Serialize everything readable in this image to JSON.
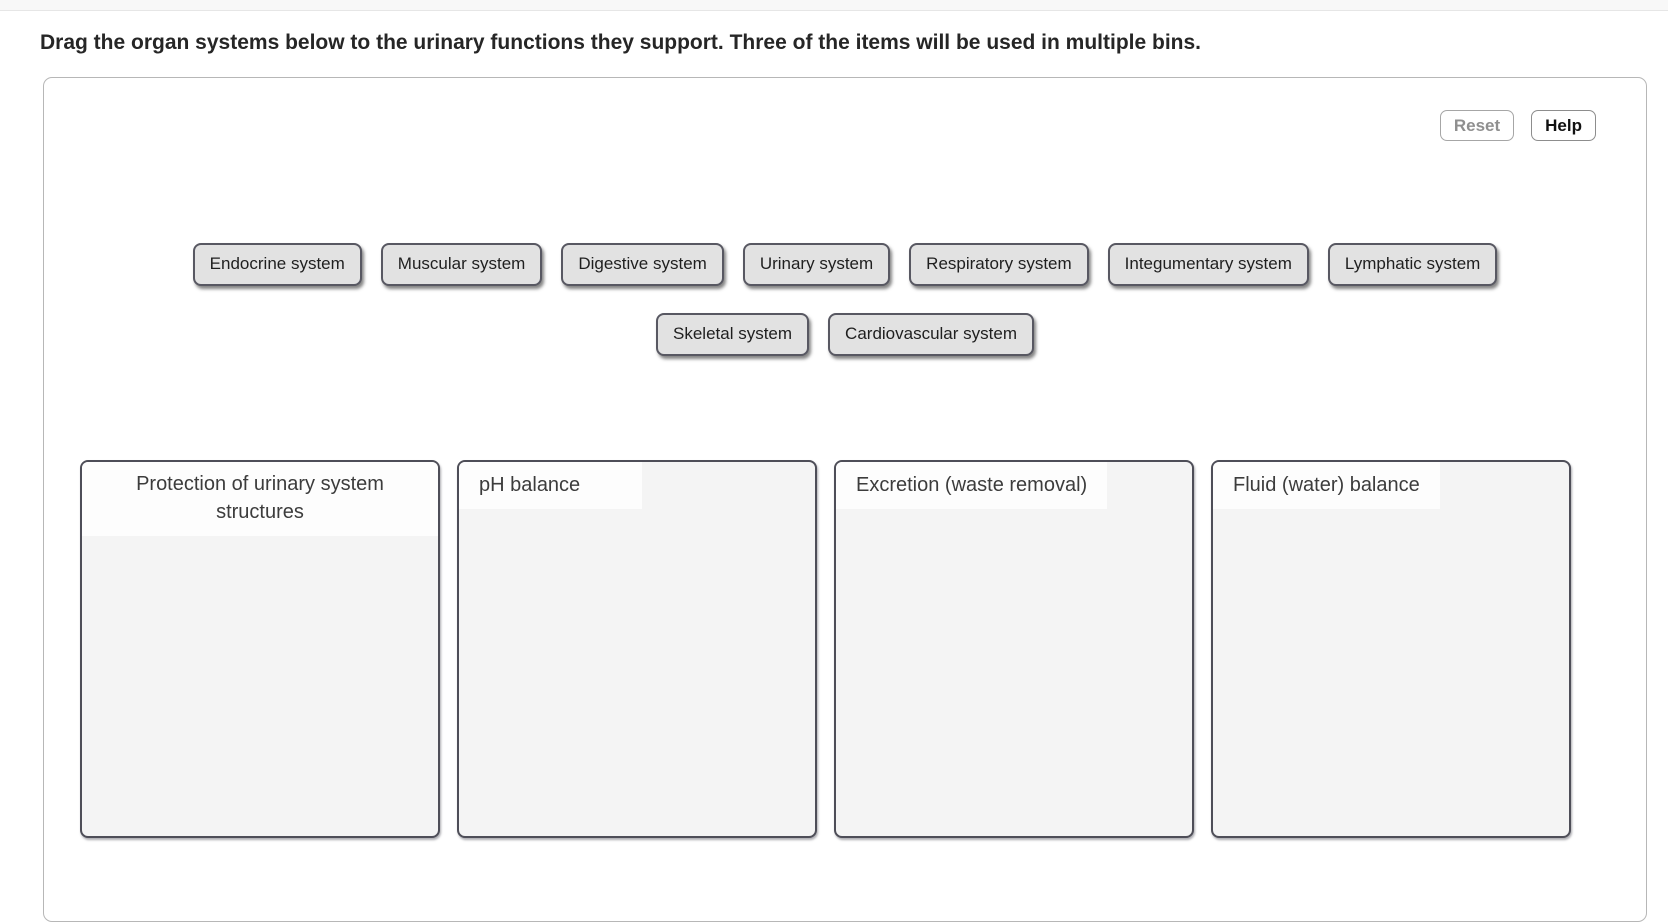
{
  "instruction": "Drag the organ systems below to the urinary functions they support. Three of the items will be used in multiple bins.",
  "toolbar": {
    "reset_label": "Reset",
    "help_label": "Help"
  },
  "tray": {
    "row1": [
      "Endocrine system",
      "Muscular system",
      "Digestive system",
      "Urinary system",
      "Respiratory system",
      "Integumentary system",
      "Lymphatic system"
    ],
    "row2": [
      "Skeletal system",
      "Cardiovascular system"
    ]
  },
  "bins": [
    {
      "label": "Protection of urinary system structures"
    },
    {
      "label": "pH balance"
    },
    {
      "label": "Excretion (waste removal)"
    },
    {
      "label": "Fluid (water) balance"
    }
  ],
  "colors": {
    "chip_bg": "#e2e2e2",
    "chip_border": "#585862",
    "bin_bg": "#f4f4f4",
    "bin_border": "#4e4e58",
    "bin_label_bg": "#fdfdfd",
    "panel_border": "#b7b7b7",
    "reset_text": "#8f8f8f",
    "help_text": "#111111",
    "topbar_bg": "#f8f8f8"
  }
}
